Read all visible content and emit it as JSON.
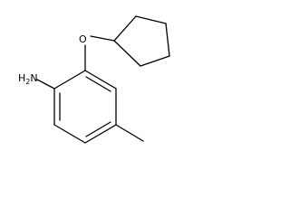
{
  "structure": {
    "atoms": {
      "amine": {
        "element": "N",
        "hydrogen": "H",
        "hydrogen_count": "2"
      },
      "ether_oxygen": {
        "element": "O"
      }
    },
    "substituents": [
      "cyclopentyloxy",
      "amino",
      "methyl"
    ]
  },
  "colors": {
    "line": "#000000",
    "background": "#ffffff"
  }
}
